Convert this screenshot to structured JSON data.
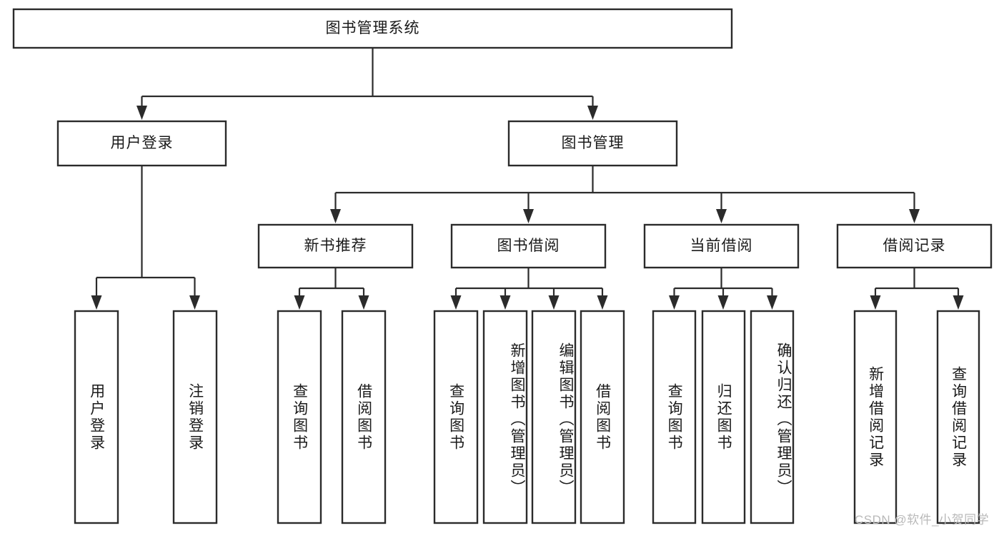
{
  "diagram": {
    "title": "图书管理系统",
    "watermark": "CSDN @软件_小贺同学",
    "colors": {
      "box_stroke": "#2b2b2b",
      "box_fill": "#ffffff",
      "connector": "#2b2b2b",
      "text": "#1a1a1a",
      "watermark": "#b9b9b9"
    },
    "root": {
      "label": "图书管理系统"
    },
    "level2": [
      {
        "label": "用户登录"
      },
      {
        "label": "图书管理"
      }
    ],
    "level3": [
      {
        "label": "新书推荐"
      },
      {
        "label": "图书借阅"
      },
      {
        "label": "当前借阅"
      },
      {
        "label": "借阅记录"
      }
    ],
    "leaves": {
      "user_login": [
        {
          "label": "用户登录"
        },
        {
          "label": "注销登录"
        }
      ],
      "new_book_recommend": [
        {
          "label": "查询图书"
        },
        {
          "label": "借阅图书"
        }
      ],
      "book_borrow": [
        {
          "label": "查询图书"
        },
        {
          "label": "新增图书（管理员）"
        },
        {
          "label": "编辑图书（管理员）"
        },
        {
          "label": "借阅图书"
        }
      ],
      "current_borrow": [
        {
          "label": "查询图书"
        },
        {
          "label": "归还图书"
        },
        {
          "label": "确认归还（管理员）"
        }
      ],
      "borrow_record": [
        {
          "label": "新增借阅记录"
        },
        {
          "label": "查询借阅记录"
        }
      ]
    }
  }
}
